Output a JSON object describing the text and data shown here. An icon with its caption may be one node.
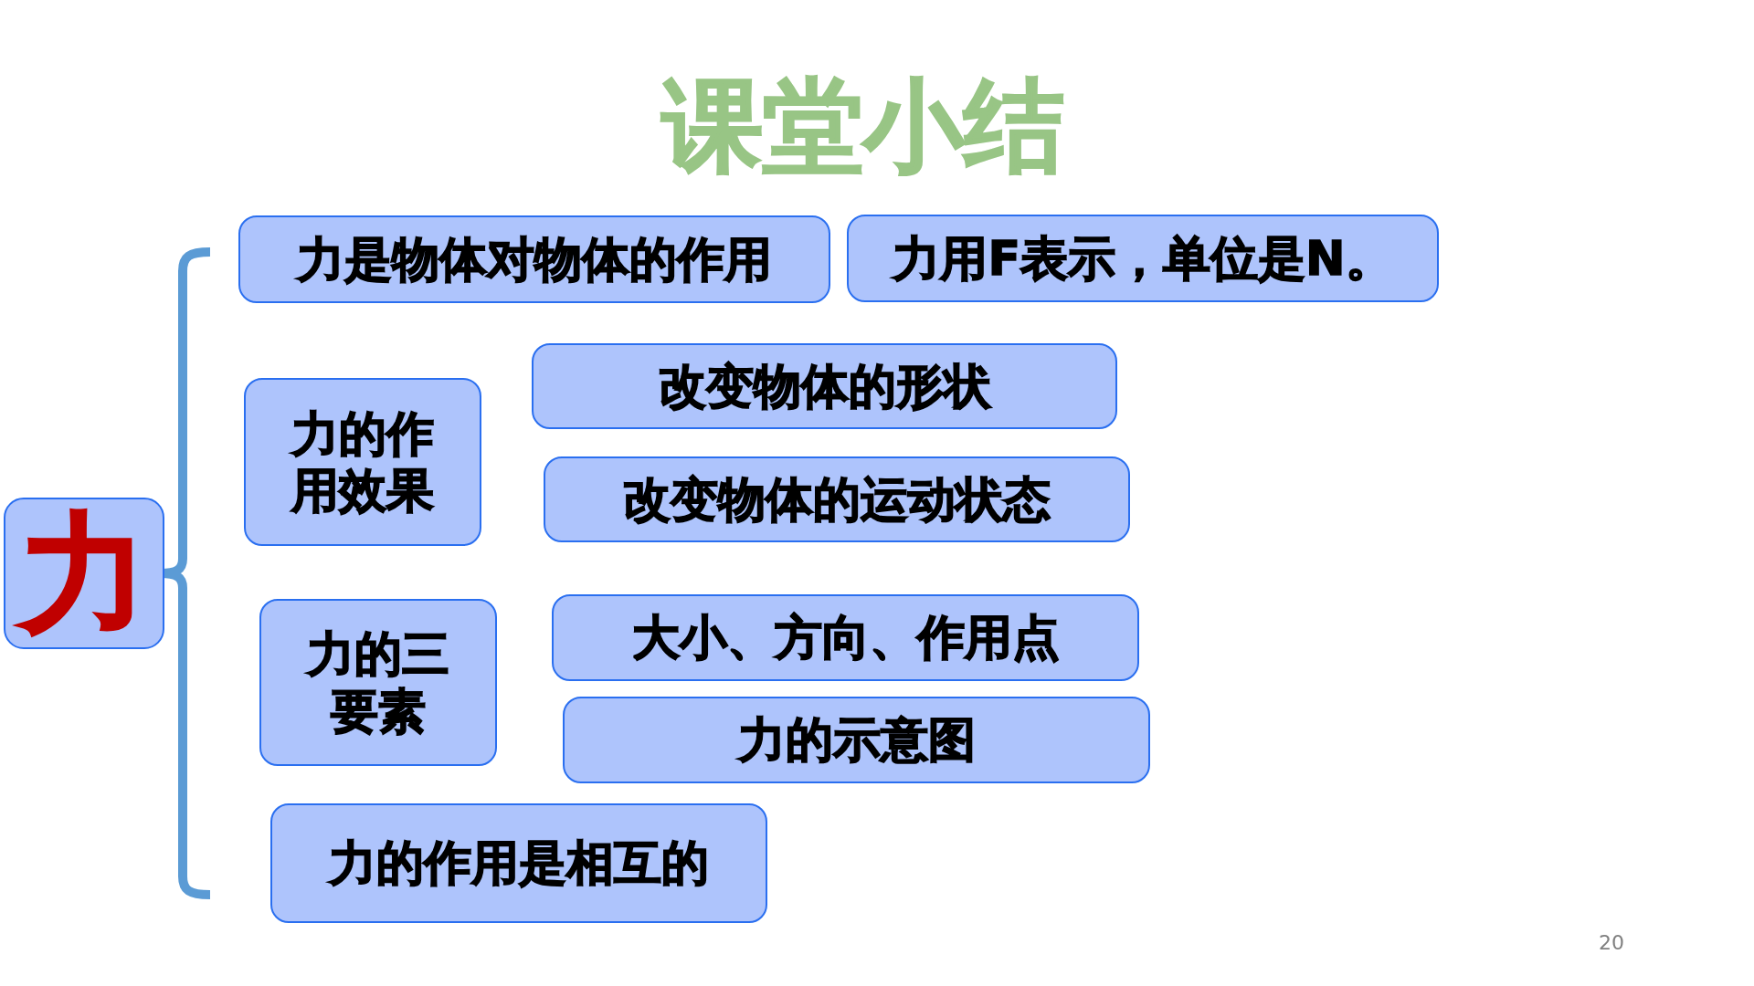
{
  "diagram": {
    "title": "课堂小结",
    "nodes": [
      {
        "text": [
          "力"
        ]
      },
      {
        "text": [
          "力是物体对物体的作用"
        ]
      },
      {
        "text": [
          "力用F表示，单位是N。"
        ]
      },
      {
        "text": [
          "力的作用效果"
        ]
      },
      {
        "text": [
          "改变物体的形状"
        ]
      },
      {
        "text": [
          "改变物体的运动状态"
        ]
      },
      {
        "text": [
          "力的三要素"
        ]
      },
      {
        "text": [
          "大小、方向、作用点"
        ]
      },
      {
        "text": [
          "力的示意图"
        ]
      },
      {
        "text": [
          "力的作用是相互的"
        ]
      }
    ],
    "labels": [
      "20"
    ]
  }
}
